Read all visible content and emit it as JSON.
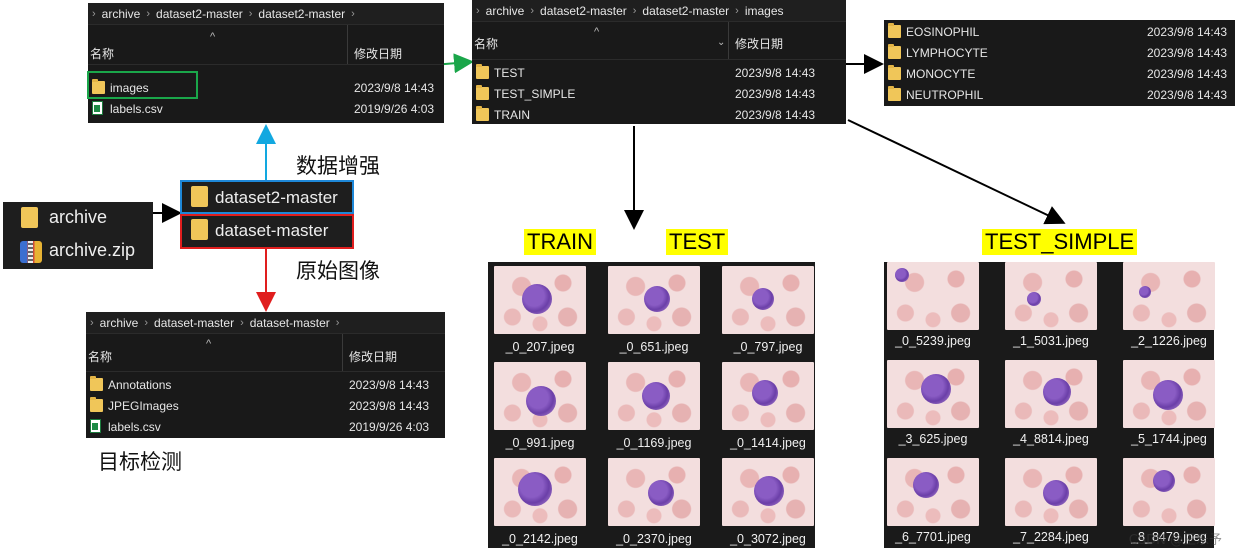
{
  "colors": {
    "panel_bg": "#191919",
    "green_box": "#1aa64a",
    "blue_box": "#1e88d8",
    "red_box": "#e01e1e",
    "green_arrow": "#1aa64a",
    "blue_arrow": "#12a8e0",
    "red_arrow": "#e01e1e",
    "black_arrow": "#000000",
    "highlight": "#ffff00"
  },
  "left_mini": {
    "items": [
      {
        "name": "archive",
        "icon": "folder-icon"
      },
      {
        "name": "archive.zip",
        "icon": "zip-archive-icon"
      }
    ]
  },
  "root_mini": {
    "items": [
      {
        "name": "dataset2-master",
        "icon": "folder-icon"
      },
      {
        "name": "dataset-master",
        "icon": "folder-icon"
      }
    ]
  },
  "labels": {
    "augment": "数据增强",
    "original": "原始图像",
    "detection": "目标检测"
  },
  "explorer_top": {
    "breadcrumb": [
      "archive",
      "dataset2-master",
      "dataset2-master"
    ],
    "col_name": "名称",
    "col_date": "修改日期",
    "rows": [
      {
        "name": "images",
        "date": "2023/9/8 14:43",
        "icon": "folder-icon"
      },
      {
        "name": "labels.csv",
        "date": "2019/9/26 4:03",
        "icon": "csv-file-icon"
      }
    ]
  },
  "explorer_bottom": {
    "breadcrumb": [
      "archive",
      "dataset-master",
      "dataset-master"
    ],
    "col_name": "名称",
    "col_date": "修改日期",
    "rows": [
      {
        "name": "Annotations",
        "date": "2023/9/8 14:43",
        "icon": "folder-icon"
      },
      {
        "name": "JPEGImages",
        "date": "2023/9/8 14:43",
        "icon": "folder-icon"
      },
      {
        "name": "labels.csv",
        "date": "2019/9/26 4:03",
        "icon": "csv-file-icon"
      }
    ]
  },
  "explorer_images": {
    "breadcrumb": [
      "archive",
      "dataset2-master",
      "dataset2-master",
      "images"
    ],
    "col_name": "名称",
    "col_date": "修改日期",
    "rows": [
      {
        "name": "TEST",
        "date": "2023/9/8 14:43",
        "icon": "folder-icon"
      },
      {
        "name": "TEST_SIMPLE",
        "date": "2023/9/8 14:43",
        "icon": "folder-icon"
      },
      {
        "name": "TRAIN",
        "date": "2023/9/8 14:43",
        "icon": "folder-icon"
      }
    ]
  },
  "explorer_classes": {
    "rows": [
      {
        "name": "EOSINOPHIL",
        "date": "2023/9/8 14:43",
        "icon": "folder-icon"
      },
      {
        "name": "LYMPHOCYTE",
        "date": "2023/9/8 14:43",
        "icon": "folder-icon"
      },
      {
        "name": "MONOCYTE",
        "date": "2023/9/8 14:43",
        "icon": "folder-icon"
      },
      {
        "name": "NEUTROPHIL",
        "date": "2023/9/8 14:43",
        "icon": "folder-icon"
      }
    ]
  },
  "sample_labels": {
    "train": "TRAIN",
    "test": "TEST",
    "test_simple": "TEST_SIMPLE"
  },
  "train_test_grid": [
    "_0_207.jpeg",
    "_0_651.jpeg",
    "_0_797.jpeg",
    "_0_991.jpeg",
    "_0_1169.jpeg",
    "_0_1414.jpeg",
    "_0_2142.jpeg",
    "_0_2370.jpeg",
    "_0_3072.jpeg"
  ],
  "test_simple_grid": [
    "_0_5239.jpeg",
    "_1_5031.jpeg",
    "_2_1226.jpeg",
    "_3_625.jpeg",
    "_4_8814.jpeg",
    "_5_1744.jpeg",
    "_6_7701.jpeg",
    "_7_2284.jpeg",
    "_8_8479.jpeg"
  ],
  "watermark": "CSDN @王乐予"
}
